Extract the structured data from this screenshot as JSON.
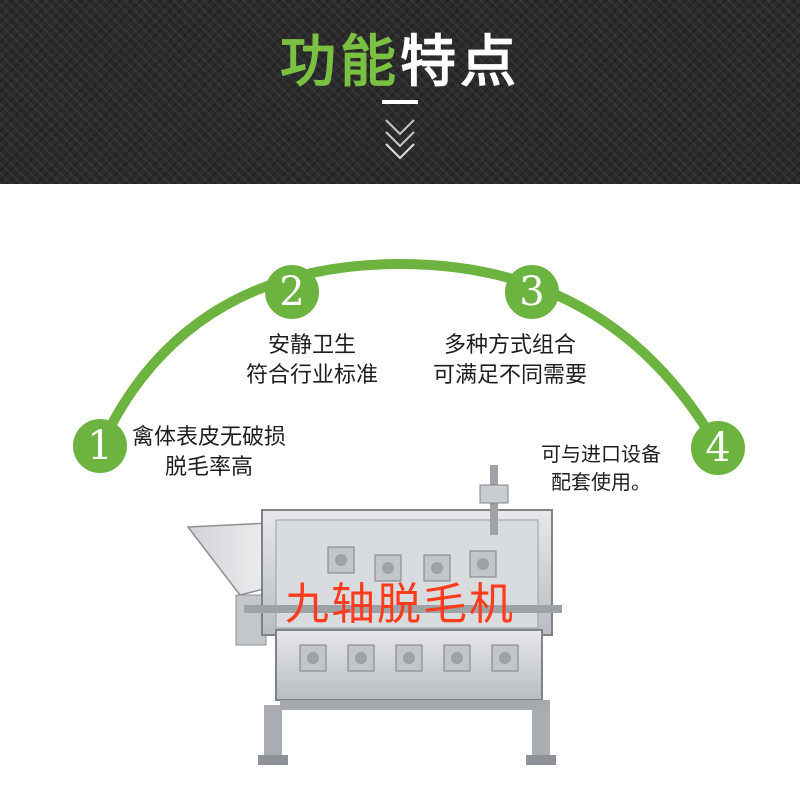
{
  "header": {
    "title_green": "功能",
    "title_white": "特点",
    "chevron_icon": "chevron-down-icon"
  },
  "colors": {
    "accent_green": "#6cb33f",
    "title_green": "#7ac142",
    "header_bg": "#2b2b2b",
    "label_red": "#ff3b1d"
  },
  "features": [
    {
      "number": "1",
      "line1": "禽体表皮无破损",
      "line2": "脱毛率高"
    },
    {
      "number": "2",
      "line1": "安静卫生",
      "line2": "符合行业标准"
    },
    {
      "number": "3",
      "line1": "多种方式组合",
      "line2": "可满足不同需要"
    },
    {
      "number": "4",
      "line1": "可与进口设备",
      "line2": "配套使用。"
    }
  ],
  "product": {
    "label": "九轴脱毛机"
  }
}
